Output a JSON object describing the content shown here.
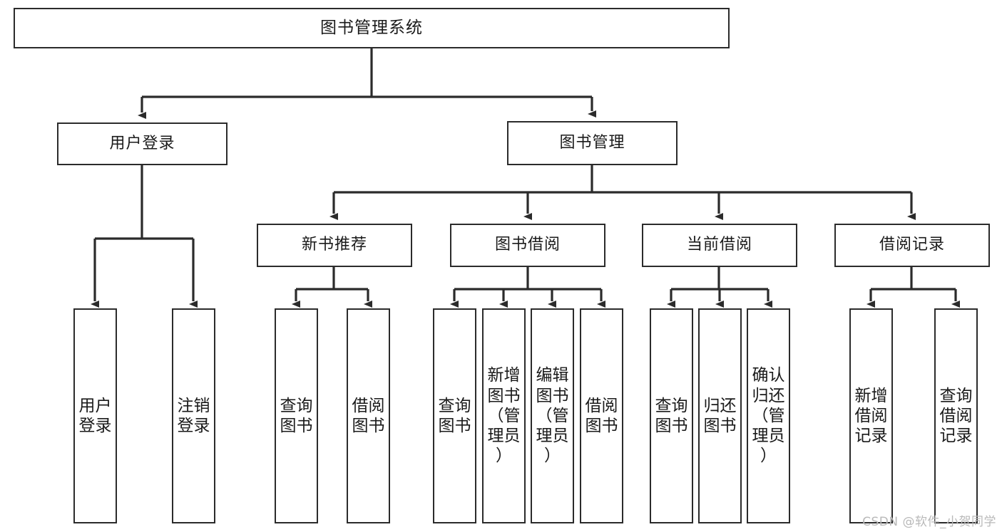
{
  "diagram": {
    "type": "tree-hierarchy",
    "title": "图书管理系统",
    "orientation": "top-down",
    "colors": {
      "box_border": "#2b2b2b",
      "box_fill": "#ffffff",
      "connector": "#2b2b2b",
      "text": "#1a1a1a",
      "watermark": "#b9b9b9"
    },
    "root": {
      "id": "root",
      "label": "图书管理系统"
    },
    "level2": [
      {
        "id": "user-login",
        "label": "用户登录"
      },
      {
        "id": "book-manage",
        "label": "图书管理"
      }
    ],
    "level3": [
      {
        "id": "new-book-recommend",
        "label": "新书推荐",
        "parent": "book-manage"
      },
      {
        "id": "book-borrow",
        "label": "图书借阅",
        "parent": "book-manage"
      },
      {
        "id": "current-borrow",
        "label": "当前借阅",
        "parent": "book-manage"
      },
      {
        "id": "borrow-record",
        "label": "借阅记录",
        "parent": "book-manage"
      }
    ],
    "leaves": [
      {
        "id": "leaf-user-login",
        "parent": "user-login",
        "label": "用户\n登录"
      },
      {
        "id": "leaf-user-logout",
        "parent": "user-login",
        "label": "注销\n登录"
      },
      {
        "id": "leaf-query-book-1",
        "parent": "new-book-recommend",
        "label": "查询\n图书"
      },
      {
        "id": "leaf-borrow-book-1",
        "parent": "new-book-recommend",
        "label": "借阅\n图书"
      },
      {
        "id": "leaf-query-book-2",
        "parent": "book-borrow",
        "label": "查询\n图书"
      },
      {
        "id": "leaf-add-book",
        "parent": "book-borrow",
        "label": "新增\n图书\n（管\n理员\n）"
      },
      {
        "id": "leaf-edit-book",
        "parent": "book-borrow",
        "label": "编辑\n图书\n（管\n理员\n）"
      },
      {
        "id": "leaf-borrow-book-2",
        "parent": "book-borrow",
        "label": "借阅\n图书"
      },
      {
        "id": "leaf-query-book-3",
        "parent": "current-borrow",
        "label": "查询\n图书"
      },
      {
        "id": "leaf-return-book",
        "parent": "current-borrow",
        "label": "归还\n图书"
      },
      {
        "id": "leaf-confirm-return",
        "parent": "current-borrow",
        "label": "确认\n归还\n（管\n理员\n）"
      },
      {
        "id": "leaf-add-borrow-record",
        "parent": "borrow-record",
        "label": "新增\n借阅\n记录"
      },
      {
        "id": "leaf-query-borrow-record",
        "parent": "borrow-record",
        "label": "查询\n借阅\n记录"
      }
    ],
    "watermark": "CSDN @软件_小贺同学"
  }
}
